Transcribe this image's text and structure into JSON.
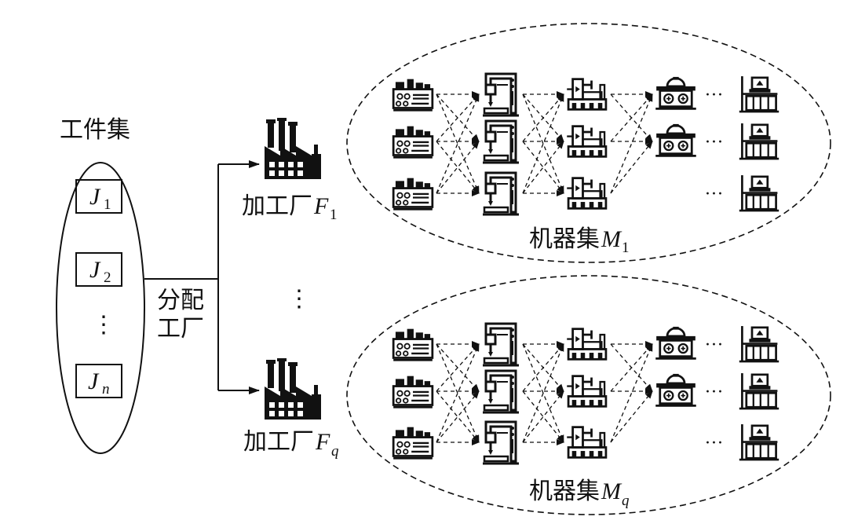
{
  "jobs": {
    "title": "工件集",
    "items": [
      {
        "letter": "J",
        "sub": "1"
      },
      {
        "letter": "J",
        "sub": "2"
      },
      {
        "letter": "J",
        "sub": "n"
      }
    ],
    "ellipsis": "⋮"
  },
  "assign": {
    "line1": "分配",
    "line2": "工厂"
  },
  "middle_ellipsis": "⋮",
  "factories": [
    {
      "prefix": "加工厂",
      "letter": "F",
      "sub": "1",
      "machine_set": {
        "prefix": "机器集",
        "letter": "M",
        "sub": "1"
      }
    },
    {
      "prefix": "加工厂",
      "letter": "F",
      "sub": "q",
      "machine_set": {
        "prefix": "机器集",
        "letter": "M",
        "sub": "q"
      }
    }
  ],
  "machine_row_ellipsis": "···"
}
